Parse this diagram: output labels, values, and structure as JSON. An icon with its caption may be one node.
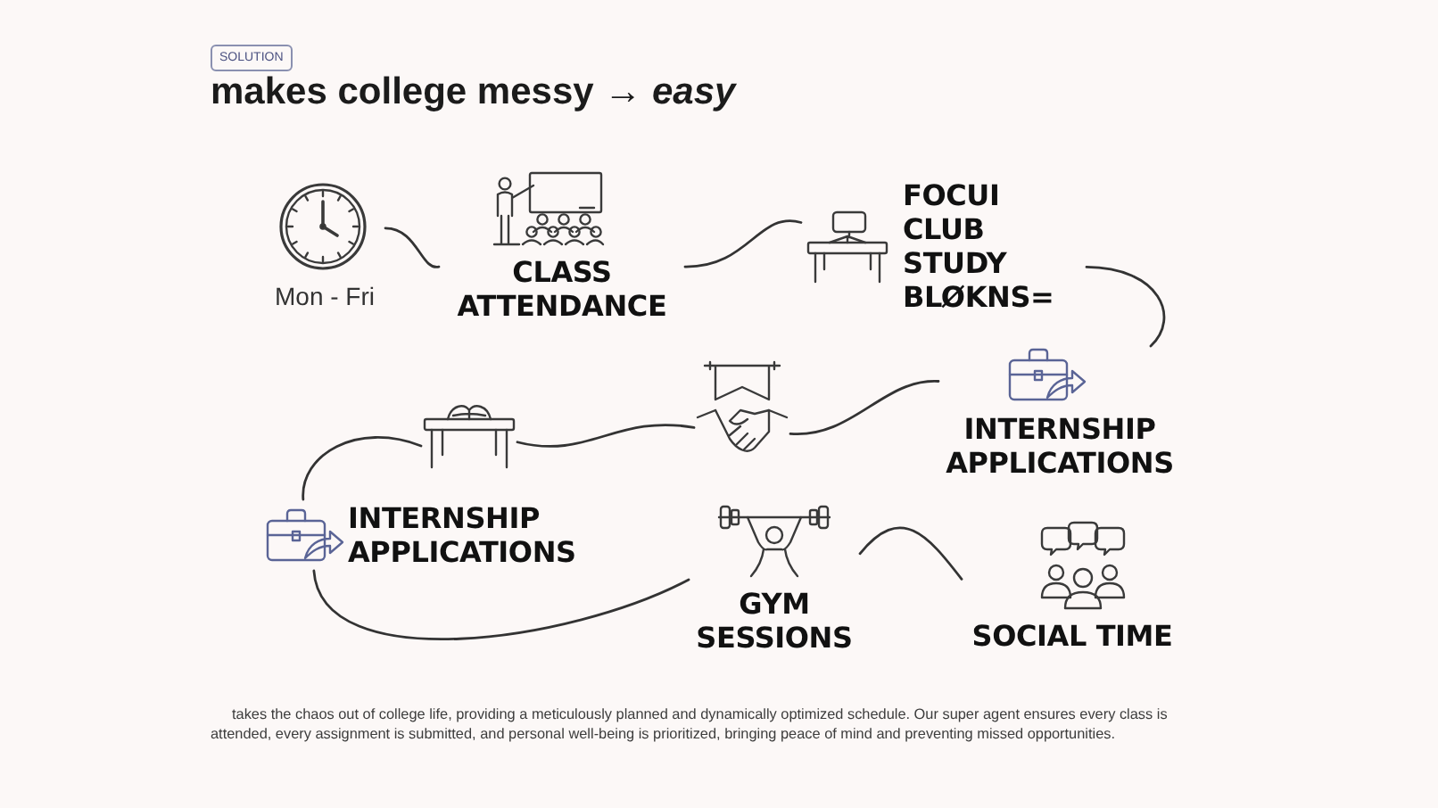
{
  "diagram": {
    "title": "makes college messy → *easy*",
    "caption": "takes the chaos out of college life, providing a meticulously planned and dynamically optimized schedule. Our super agent ensures every class is attended, every assignment is submitted, and personal well-being is prioritized, bringing peace of mind and preventing missed opportunities.",
    "nodes": [
      {
        "text": [
          "Mon - Fri"
        ]
      },
      {
        "text": [
          "CLASS ATTENDANCE"
        ]
      },
      {
        "text": [
          "FOCUI CLUB STUDY BLØKNS="
        ]
      },
      {
        "text": [
          "INTERNSHIP APPLICATIONS"
        ]
      },
      {
        "text": [],
        "shape": "picture"
      },
      {
        "text": [],
        "shape": "picture"
      },
      {
        "text": [
          "INTERNSHIP APPLICATIONS"
        ]
      },
      {
        "text": [
          "GYM SESSIONS"
        ]
      },
      {
        "text": [
          "SOCIAL TIME"
        ]
      }
    ],
    "edges": [
      {
        "from": 0,
        "to": 1,
        "arrow": "none"
      },
      {
        "from": 1,
        "to": 2,
        "arrow": "none"
      },
      {
        "from": 2,
        "to": 3,
        "arrow": "none"
      },
      {
        "from": 3,
        "to": 5,
        "arrow": "none"
      },
      {
        "from": 5,
        "to": 4,
        "arrow": "none"
      },
      {
        "from": 4,
        "to": 6,
        "arrow": "none"
      },
      {
        "from": 6,
        "to": 7,
        "arrow": "none"
      },
      {
        "from": 7,
        "to": 8,
        "arrow": "none"
      }
    ],
    "labels": [
      "SOLUTION"
    ]
  }
}
